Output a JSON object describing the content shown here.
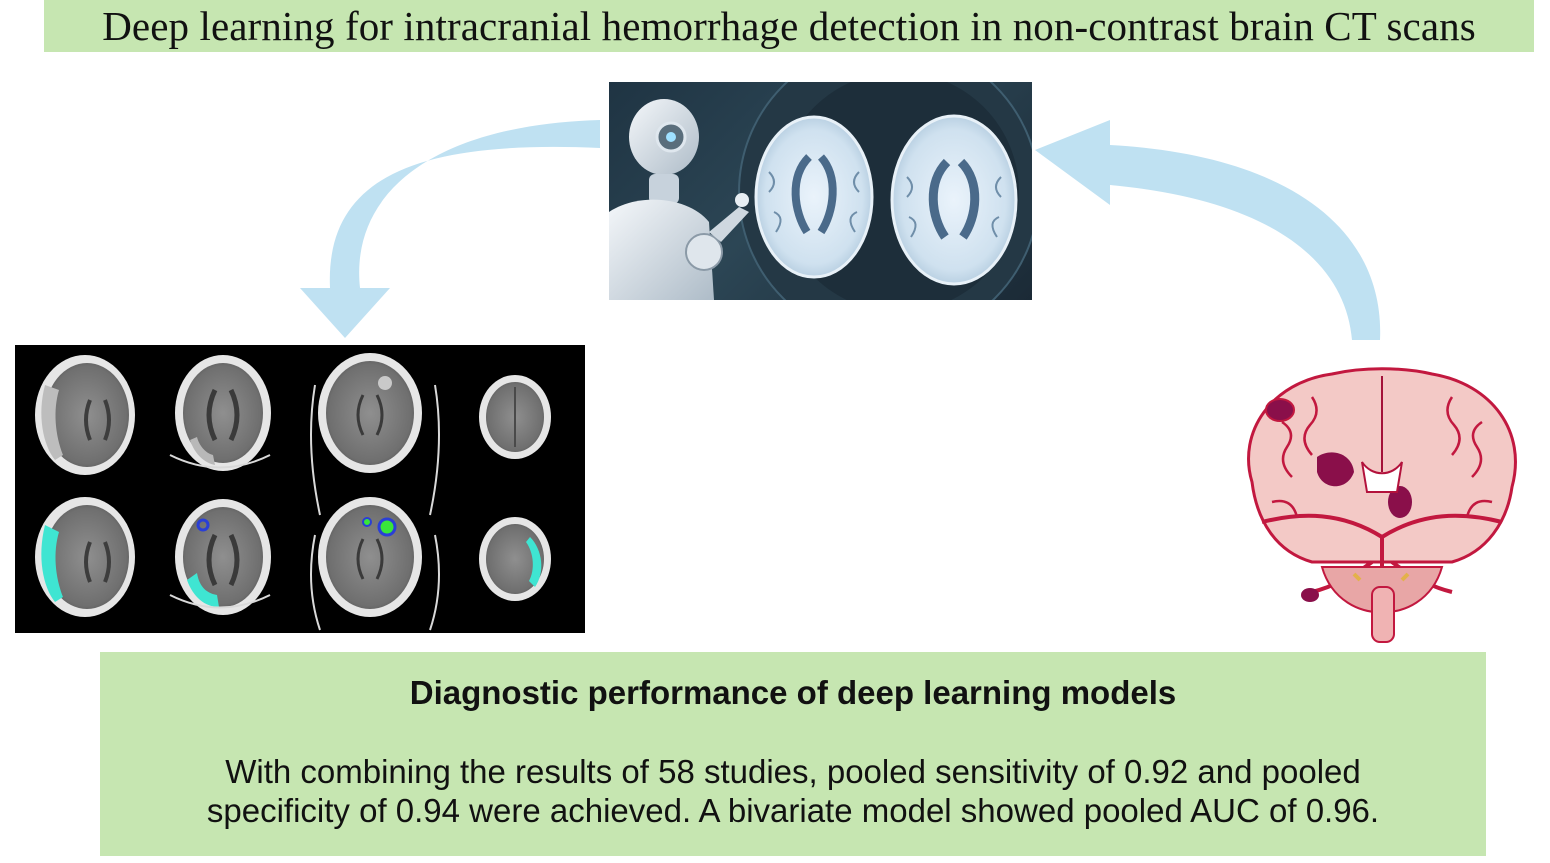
{
  "title": "Deep learning for intracranial hemorrhage detection in non-contrast brain CT scans",
  "images": {
    "ai_robot": "robot-examining-brain-mri-image",
    "ct_scans": "ct-scan-grid-with-hemorrhage-segmentation",
    "brain_anatomy": "brain-anatomy-hemorrhage-illustration"
  },
  "colors": {
    "panel_green": "#c6e6b1",
    "arrow_blue": "#bfe1f2",
    "segmentation_cyan": "#3fe5d2",
    "hemorrhage_red": "#c2183f"
  },
  "results": {
    "heading": "Diagnostic performance of deep learning models",
    "line1": "With combining the results of 58 studies, pooled sensitivity of 0.92 and pooled",
    "line2": "specificity of 0.94 were achieved. A bivariate model showed pooled AUC of 0.96."
  }
}
